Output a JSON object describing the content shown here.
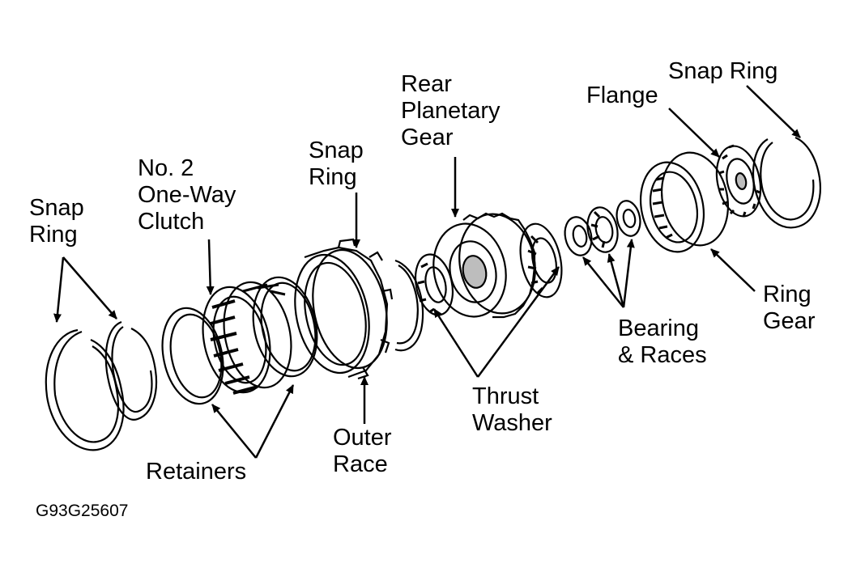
{
  "labels": {
    "snap_ring_left": "Snap\nRing",
    "one_way_clutch": "No. 2\nOne-Way\nClutch",
    "snap_ring_mid": "Snap\nRing",
    "rear_planetary": "Rear\nPlanetary\nGear",
    "flange": "Flange",
    "snap_ring_right": "Snap Ring",
    "ring_gear": "Ring\nGear",
    "bearing_races": "Bearing\n& Races",
    "thrust_washer": "Thrust\nWasher",
    "outer_race": "Outer\nRace",
    "retainers": "Retainers"
  },
  "figure_code": "G93G25607",
  "colors": {
    "ink": "#000000",
    "paper": "#ffffff",
    "shade": "#bdbdbd"
  }
}
